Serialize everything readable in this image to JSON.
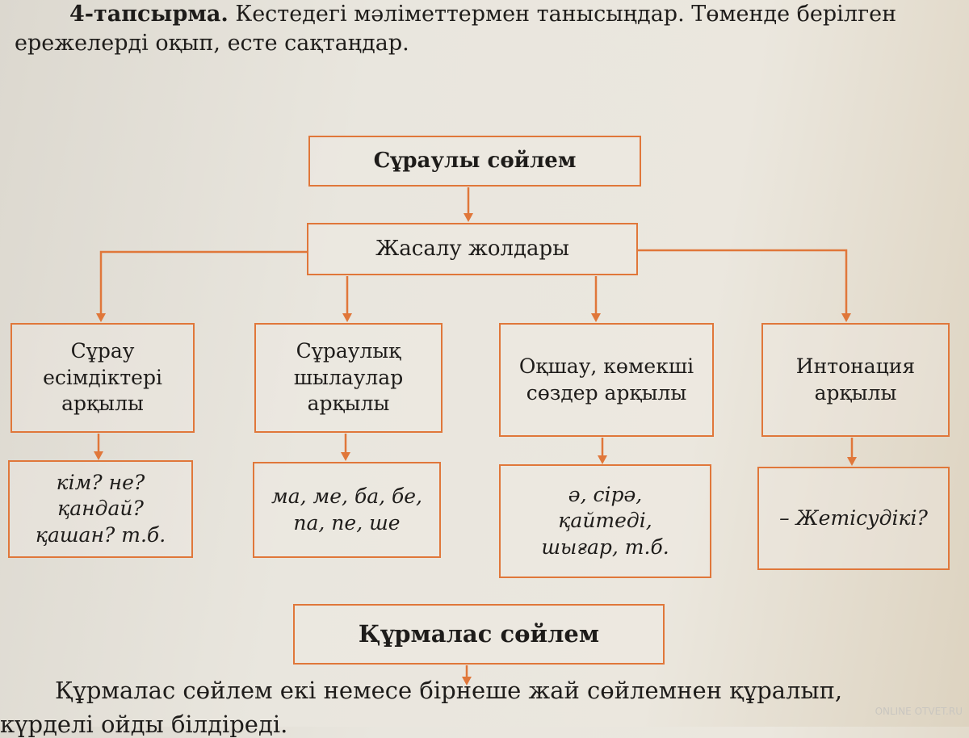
{
  "task": {
    "label": "4-тапсырма.",
    "line1": "Кестедегі мәліметтермен танысыңдар. Төменде берілген",
    "line2": "ережелерді оқып, есте сақтаңдар."
  },
  "diagram": {
    "root": "Сұраулы сөйлем",
    "methods_title": "Жасалу жолдары",
    "methods": [
      {
        "label": "Сұрау есімдіктері арқылы",
        "example": "кім? не? қандай? қашан? т.б."
      },
      {
        "label": "Сұраулық шылаулар арқылы",
        "example": "ма, ме, ба, бе, па, пе, ше"
      },
      {
        "label": "Оқшау, көмекші сөздер арқылы",
        "example": "ә, сірә, қайтеді, шығар, т.б."
      },
      {
        "label": "Интонация арқылы",
        "example": "– Жетісудікі?"
      }
    ],
    "next": "Құрмалас сөйлем"
  },
  "footer": {
    "line1": "Құрмалас сөйлем екі немесе бірнеше жай сөйлемнен құралып,",
    "line2": "күрделі ойды білдіреді."
  },
  "watermark": "ONLINE OTVET.RU",
  "colors": {
    "accent": "#e0773a"
  }
}
